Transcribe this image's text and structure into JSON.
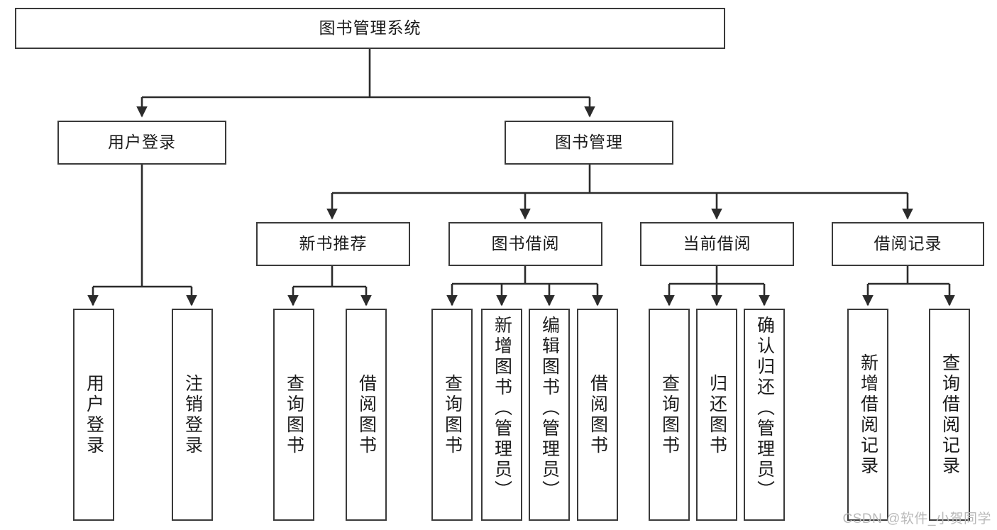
{
  "diagram": {
    "type": "tree",
    "title": "图书管理系统",
    "orientation": "top-down",
    "colors": {
      "box_border": "#3a3a3a",
      "box_fill": "#ffffff",
      "connector": "#2b2b2b",
      "text": "#1b1b1b",
      "watermark": "#b9b9b9"
    },
    "nodes": {
      "root": {
        "label": "图书管理系统"
      },
      "level2": [
        {
          "id": "user-login",
          "label": "用户登录"
        },
        {
          "id": "book-manage",
          "label": "图书管理"
        }
      ],
      "level3": [
        {
          "id": "new-book-recommend",
          "label": "新书推荐"
        },
        {
          "id": "book-borrow",
          "label": "图书借阅"
        },
        {
          "id": "current-borrow",
          "label": "当前借阅"
        },
        {
          "id": "borrow-record",
          "label": "借阅记录"
        }
      ],
      "leaves": {
        "user_login": [
          {
            "id": "leaf-user-login",
            "label": "用户登录"
          },
          {
            "id": "leaf-logout",
            "label": "注销登录"
          }
        ],
        "new_book_recommend": [
          {
            "id": "leaf-query-book-1",
            "label": "查询图书"
          },
          {
            "id": "leaf-borrow-book-1",
            "label": "借阅图书"
          }
        ],
        "book_borrow": [
          {
            "id": "leaf-query-book-2",
            "label": "查询图书"
          },
          {
            "id": "leaf-add-book",
            "label": "新增图书（管理员）"
          },
          {
            "id": "leaf-edit-book",
            "label": "编辑图书（管理员）"
          },
          {
            "id": "leaf-borrow-book-2",
            "label": "借阅图书"
          }
        ],
        "current_borrow": [
          {
            "id": "leaf-query-book-3",
            "label": "查询图书"
          },
          {
            "id": "leaf-return-book",
            "label": "归还图书"
          },
          {
            "id": "leaf-confirm-return",
            "label": "确认归还（管理员）"
          }
        ],
        "borrow_record": [
          {
            "id": "leaf-add-record",
            "label": "新增借阅记录"
          },
          {
            "id": "leaf-query-record",
            "label": "查询借阅记录"
          }
        ]
      }
    },
    "edges": [
      {
        "from": "图书管理系统",
        "to": "用户登录"
      },
      {
        "from": "图书管理系统",
        "to": "图书管理"
      },
      {
        "from": "用户登录",
        "to": "用户登录"
      },
      {
        "from": "用户登录",
        "to": "注销登录"
      },
      {
        "from": "图书管理",
        "to": "新书推荐"
      },
      {
        "from": "图书管理",
        "to": "图书借阅"
      },
      {
        "from": "图书管理",
        "to": "当前借阅"
      },
      {
        "from": "图书管理",
        "to": "借阅记录"
      },
      {
        "from": "新书推荐",
        "to": "查询图书"
      },
      {
        "from": "新书推荐",
        "to": "借阅图书"
      },
      {
        "from": "图书借阅",
        "to": "查询图书"
      },
      {
        "from": "图书借阅",
        "to": "新增图书（管理员）"
      },
      {
        "from": "图书借阅",
        "to": "编辑图书（管理员）"
      },
      {
        "from": "图书借阅",
        "to": "借阅图书"
      },
      {
        "from": "当前借阅",
        "to": "查询图书"
      },
      {
        "from": "当前借阅",
        "to": "归还图书"
      },
      {
        "from": "当前借阅",
        "to": "确认归还（管理员）"
      },
      {
        "from": "借阅记录",
        "to": "新增借阅记录"
      },
      {
        "from": "借阅记录",
        "to": "查询借阅记录"
      }
    ]
  },
  "watermark": {
    "text": "CSDN @软件_小贺同学"
  }
}
